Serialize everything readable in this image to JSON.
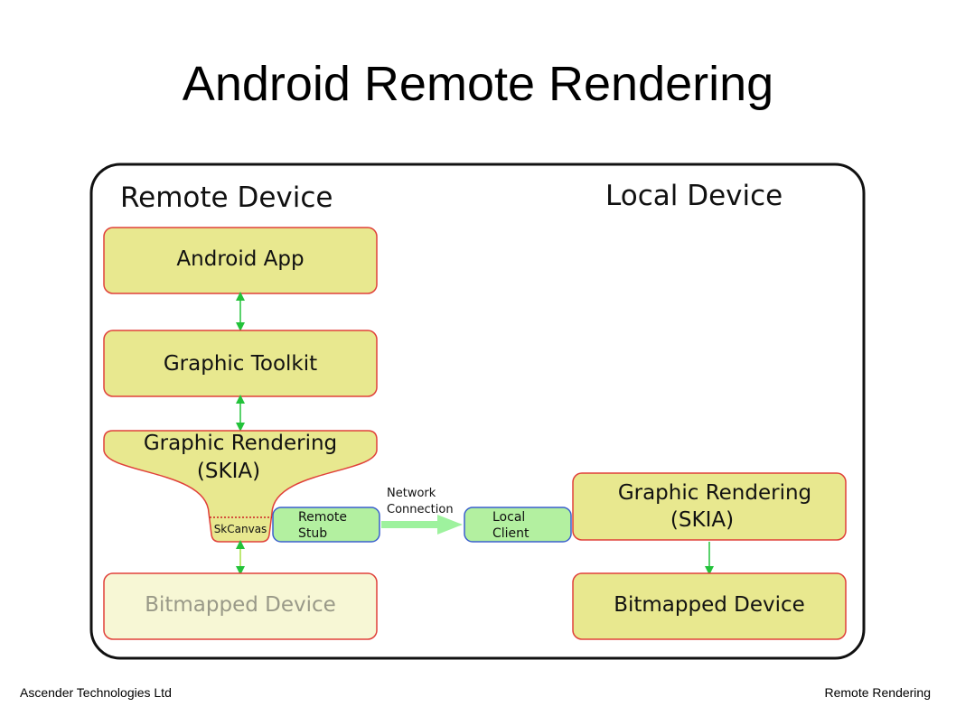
{
  "slide": {
    "title": "Android Remote Rendering",
    "footer_left": "Ascender Technologies Ltd",
    "footer_right": "Remote Rendering"
  },
  "diagram": {
    "remote_label": "Remote Device",
    "local_label": "Local Device",
    "android_app": "Android App",
    "graphic_toolkit": "Graphic Toolkit",
    "graphic_rendering_remote_line1": "Graphic Rendering",
    "graphic_rendering_remote_line2": "(SKIA)",
    "skcanvas": "SkCanvas",
    "bitmapped_device_remote": "Bitmapped Device",
    "remote_stub_line1": "Remote",
    "remote_stub_line2": "Stub",
    "network_line1": "Network",
    "network_line2": "Connection",
    "local_client_line1": "Local",
    "local_client_line2": "Client",
    "graphic_rendering_local_line1": "Graphic Rendering",
    "graphic_rendering_local_line2": "(SKIA)",
    "bitmapped_device_local": "Bitmapped Device"
  },
  "colors": {
    "box_fill": "#e8e88f",
    "box_faded_fill": "#f7f7d5",
    "box_stroke": "#e0403a",
    "stub_fill": "#b3f0a0",
    "stub_stroke": "#3a5fcd",
    "arrow_green": "#22c23a",
    "network_arrow": "#9ef29e"
  }
}
